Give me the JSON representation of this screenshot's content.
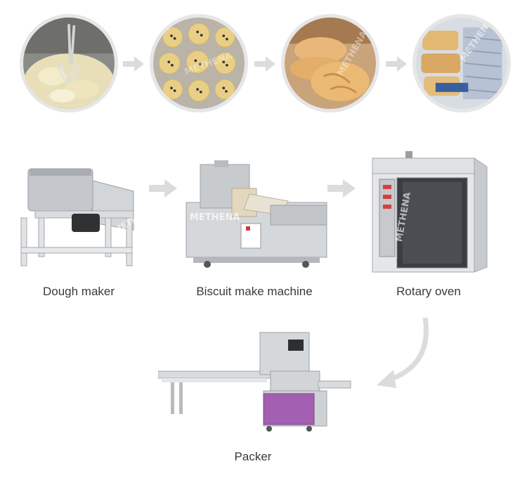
{
  "steps": [
    {
      "label": "Dough maker"
    },
    {
      "label": "Biscuit make machine"
    },
    {
      "label": "Rotary oven"
    },
    {
      "label": "Packer"
    }
  ],
  "photos": [
    "mixing-bowl-photo",
    "sesame-cookies-photo",
    "baked-cookies-photo",
    "packaged-cookies-photo"
  ],
  "watermark": "METHENA",
  "colors": {
    "arrow": "#dcdcdc",
    "steel": "#c9ccd0",
    "packer_panel": "#a35fb1"
  }
}
